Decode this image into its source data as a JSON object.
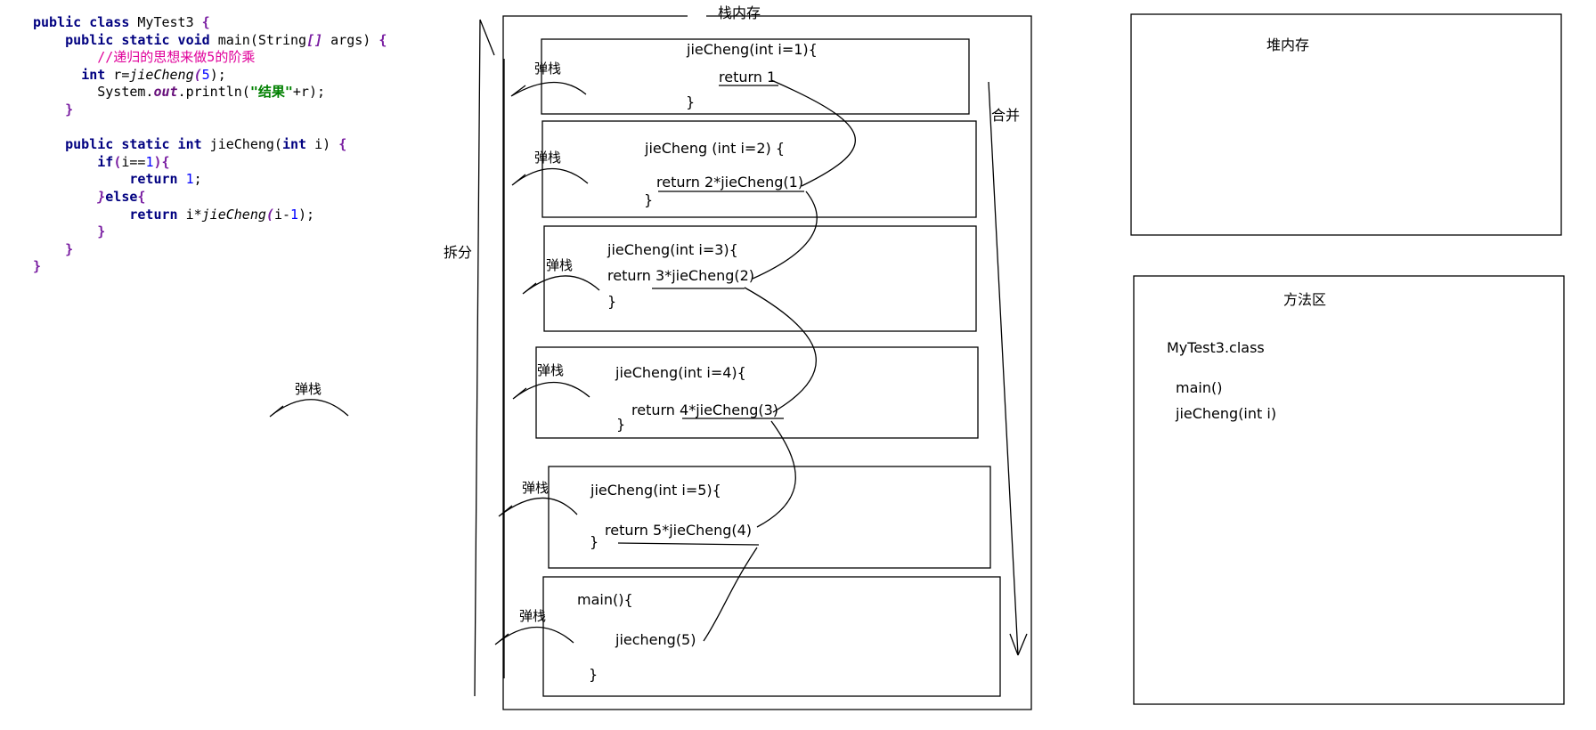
{
  "code": {
    "l1": {
      "kw": "public class",
      "rest": " MyTest3 ",
      "brace": "{"
    },
    "l2": {
      "kw": "public static void",
      "rest": " main(String",
      "br": "[]",
      "rest2": " args) ",
      "brace": "{"
    },
    "l3": {
      "comment": "//递归的思想来做5的阶乘"
    },
    "l4": {
      "kw": "int",
      "rest": " r=",
      "call": "jieCheng",
      "open": "(",
      "num": "5",
      "close": ");"
    },
    "l5": {
      "pre": "System.",
      "field": "out",
      "rest": ".println(",
      "str": "\"结果\"",
      "post": "+r);"
    },
    "l6": {
      "brace": "}"
    },
    "l8": {
      "kw": "public static int",
      "rest": " jieCheng(",
      "kw2": "int",
      "rest2": " i) ",
      "brace": "{"
    },
    "l9": {
      "kw": "if",
      "open": "(",
      "rest": "i==",
      "num": "1",
      "close": "){"
    },
    "l10": {
      "kw": "return",
      "num": "1",
      "post": ";"
    },
    "l11": {
      "brace1": "}",
      "kw": "else",
      "brace2": "{"
    },
    "l12": {
      "kw": "return",
      "rest": " i*",
      "call": "jieCheng",
      "open": "(",
      "rest2": "i-",
      "num": "1",
      "close": ");"
    },
    "l13": {
      "brace": "}"
    },
    "l14": {
      "brace": "}"
    },
    "l15": {
      "brace": "}"
    }
  },
  "stack": {
    "title": "栈内存",
    "split_label": "拆分",
    "merge_label": "合并",
    "pop_label": "弹栈",
    "frames": [
      {
        "header": "jieCheng(int i=1){",
        "body": "return 1",
        "close": "}"
      },
      {
        "header": "jieCheng  (int i=2)  {",
        "body": "return 2*jieCheng(1)",
        "close": "}"
      },
      {
        "header": "jieCheng(int i=3){",
        "body": "return 3*jieCheng(2)",
        "close": "}"
      },
      {
        "header": "jieCheng(int i=4){",
        "body": "return 4*jieCheng(3)",
        "close": "}"
      },
      {
        "header": "jieCheng(int i=5){",
        "body": "return 5*jieCheng(4)",
        "close": "}"
      },
      {
        "header": "main(){",
        "body": "jiecheng(5)",
        "close": "}"
      }
    ]
  },
  "side_pop_label": "弹栈",
  "heap": {
    "title": "堆内存"
  },
  "method_area": {
    "title": "方法区",
    "class_name": "MyTest3.class",
    "methods": [
      "main()",
      "jieCheng(int i)"
    ]
  }
}
